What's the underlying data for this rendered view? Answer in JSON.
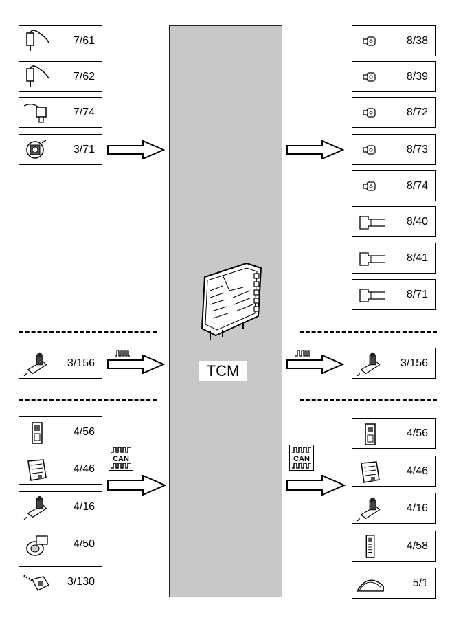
{
  "center": {
    "label": "TCM"
  },
  "inputs_top": [
    {
      "id": "7/61",
      "icon": "sensor-cable-icon"
    },
    {
      "id": "7/62",
      "icon": "sensor-cable-icon"
    },
    {
      "id": "7/74",
      "icon": "pressure-sensor-icon"
    },
    {
      "id": "3/71",
      "icon": "switch-icon"
    }
  ],
  "outputs_top": [
    {
      "id": "8/38",
      "icon": "solenoid-icon"
    },
    {
      "id": "8/39",
      "icon": "solenoid-icon"
    },
    {
      "id": "8/72",
      "icon": "solenoid-icon"
    },
    {
      "id": "8/73",
      "icon": "solenoid-icon"
    },
    {
      "id": "8/74",
      "icon": "solenoid-icon"
    },
    {
      "id": "8/40",
      "icon": "valve-icon"
    },
    {
      "id": "8/41",
      "icon": "valve-icon"
    },
    {
      "id": "8/71",
      "icon": "valve-icon"
    }
  ],
  "pwm_input": {
    "id": "3/156",
    "icon": "gear-selector-icon"
  },
  "pwm_output": {
    "id": "3/156",
    "icon": "gear-selector-icon"
  },
  "can_inputs": [
    {
      "id": "4/56",
      "icon": "module-icon"
    },
    {
      "id": "4/46",
      "icon": "ecm-icon"
    },
    {
      "id": "4/16",
      "icon": "gear-selector-icon"
    },
    {
      "id": "4/50",
      "icon": "throttle-icon"
    },
    {
      "id": "3/130",
      "icon": "steering-sensor-icon"
    }
  ],
  "can_outputs": [
    {
      "id": "4/56",
      "icon": "module-icon"
    },
    {
      "id": "4/46",
      "icon": "ecm-icon"
    },
    {
      "id": "4/16",
      "icon": "gear-selector-icon"
    },
    {
      "id": "4/58",
      "icon": "display-module-icon"
    },
    {
      "id": "5/1",
      "icon": "instrument-cluster-icon"
    }
  ],
  "can_symbol": {
    "text": "CAN",
    "icon": "can-bus-icon"
  },
  "pwm_symbol": {
    "icon": "pwm-signal-icon"
  }
}
